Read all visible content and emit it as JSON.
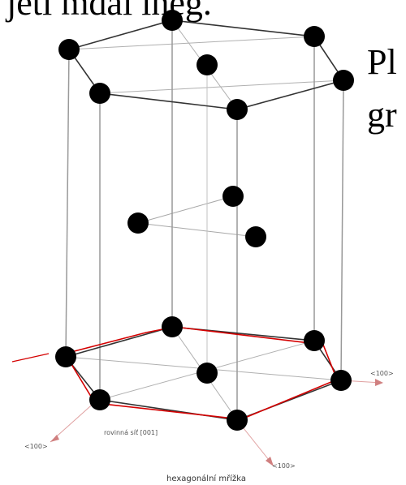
{
  "slide": {
    "heading_fragment": "jeti mdái ineg.",
    "right_text_line1": "Pl",
    "right_text_line2": "gr"
  },
  "diagram": {
    "axis_labels": {
      "left": "<100>",
      "right": "<100>",
      "bottom": "<100>",
      "basal_plane": "rovinná síť [001]"
    },
    "caption": "hexagonální mřížka"
  },
  "colors": {
    "atom": "#000000",
    "edge": "#333333",
    "thin_line": "#9a9a9a",
    "annotation": "#d40000"
  }
}
